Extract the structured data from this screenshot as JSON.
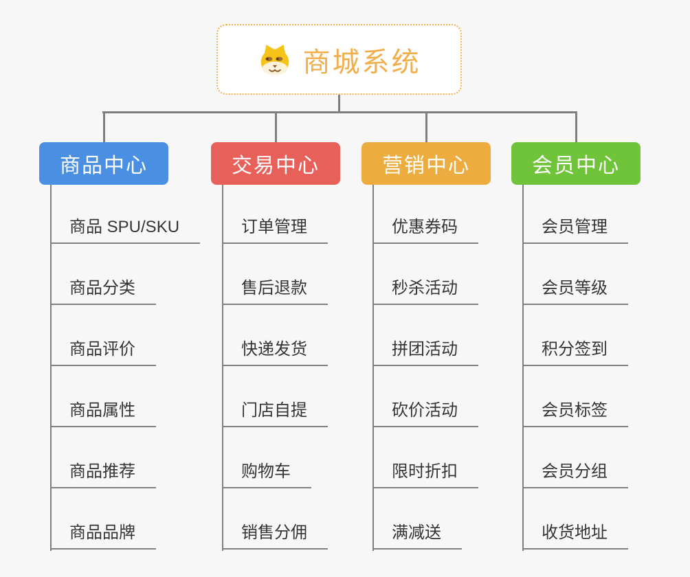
{
  "root": {
    "title": "商城系统",
    "icon": "doge-icon"
  },
  "branches": [
    {
      "label": "商品中心",
      "color": "#4B8FE2",
      "items": [
        "商品 SPU/SKU",
        "商品分类",
        "商品评价",
        "商品属性",
        "商品推荐",
        "商品品牌"
      ]
    },
    {
      "label": "交易中心",
      "color": "#E8605A",
      "items": [
        "订单管理",
        "售后退款",
        "快递发货",
        "门店自提",
        "购物车",
        "销售分佣"
      ]
    },
    {
      "label": "营销中心",
      "color": "#EDAC3F",
      "items": [
        "优惠券码",
        "秒杀活动",
        "拼团活动",
        "砍价活动",
        "限时折扣",
        "满减送"
      ]
    },
    {
      "label": "会员中心",
      "color": "#6FC43A",
      "items": [
        "会员管理",
        "会员等级",
        "积分签到",
        "会员标签",
        "会员分组",
        "收货地址"
      ]
    }
  ],
  "colors": {
    "background": "#F7F7F7",
    "connector": "#7F7F7F",
    "accent": "#F2AE4B",
    "item_text": "#333333",
    "root_background": "#FFFFFF",
    "branch_label_text": "#FFFFFF"
  }
}
